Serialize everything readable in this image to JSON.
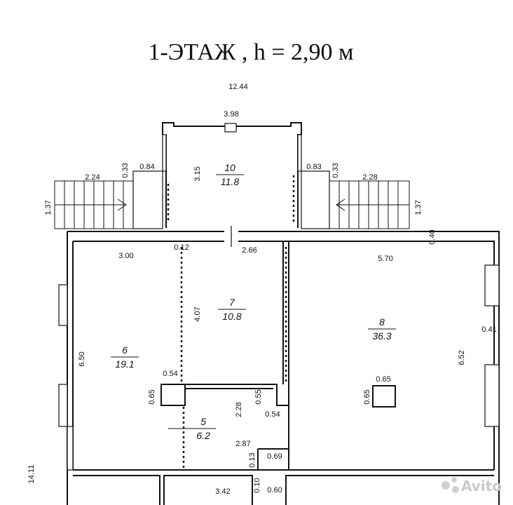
{
  "title": "1-ЭТАЖ , h = 2,90 м",
  "dimensions": {
    "overall_width": "12.44",
    "porch_width": "3.98",
    "porch_depth": "3.15",
    "left_step_width": "2.24",
    "left_step_offset": "0.33",
    "left_wall_gap": "0.84",
    "left_step_depth": "1.37",
    "right_wall_gap": "0.83",
    "right_step_offset": "0.33",
    "right_step_width": "2.28",
    "right_step_depth": "1.37",
    "wall_thickness_top": "0.40",
    "room6_width": "3.00",
    "partition_12": "0.12",
    "room7_width": "2.66",
    "room8_width": "5.70",
    "room7_depth": "4.07",
    "room6_depth": "6.50",
    "room8_depth": "6.52",
    "wall_right": "0.41",
    "partition_054_left": "0.54",
    "wall_065_left": "0.65",
    "partition_055": "0.55",
    "partition_054_right": "0.54",
    "room5_height": "2.28",
    "room5_width": "2.87",
    "partition_013": "0.13",
    "partition_069": "0.69",
    "column_065_top": "0.65",
    "column_065_side": "0.65",
    "overall_depth": "14.11",
    "bottom_342": "3.42",
    "bottom_010": "0.10",
    "bottom_060": "0.60"
  },
  "rooms": [
    {
      "number": "10",
      "area": "11.8"
    },
    {
      "number": "7",
      "area": "10.8"
    },
    {
      "number": "8",
      "area": "36.3"
    },
    {
      "number": "6",
      "area": "19.1"
    },
    {
      "number": "5",
      "area": "6.2"
    }
  ],
  "watermark": "Avito"
}
